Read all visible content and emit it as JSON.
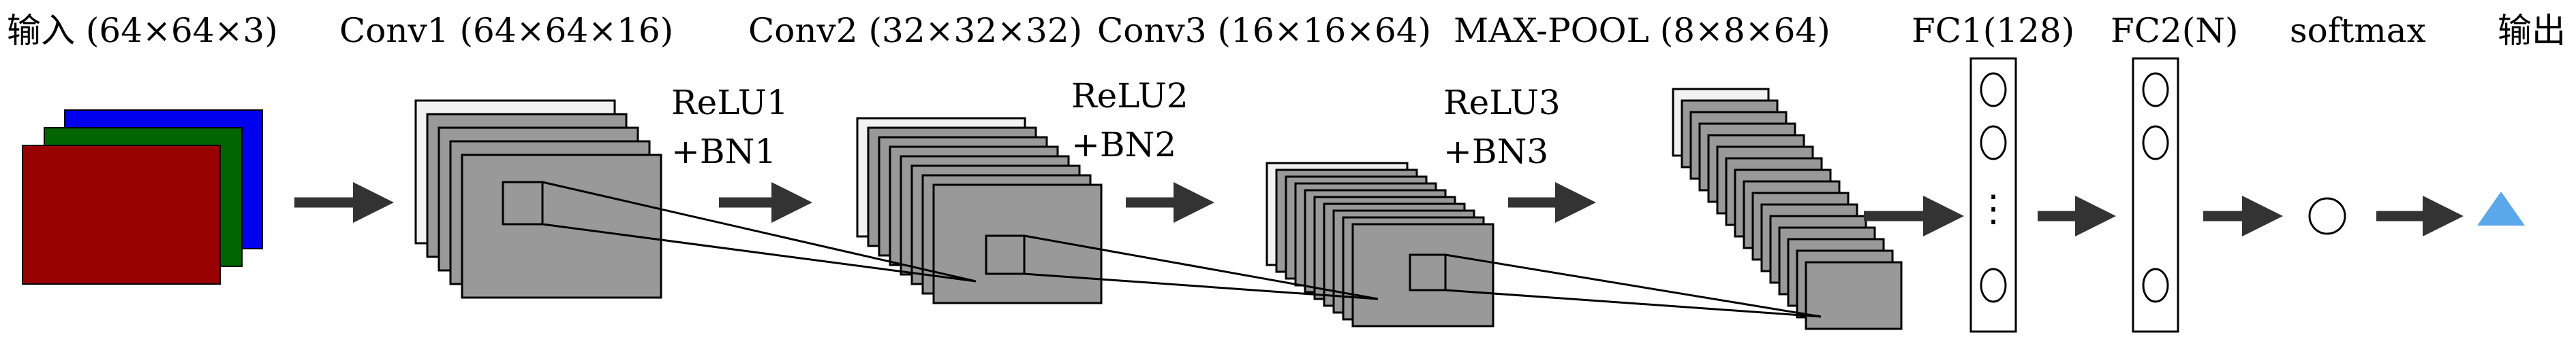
{
  "labels": {
    "input": "输入 (64×64×3)",
    "conv1": "Conv1 (64×64×16)",
    "conv2": "Conv2 (32×32×32)",
    "conv3": "Conv3 (16×16×64)",
    "maxpool": "MAX-POOL (8×8×64)",
    "fc1": "FC1(128)",
    "fc2": "FC2(N)",
    "softmax": "softmax",
    "output": "输出"
  },
  "ops": {
    "op1_line1": "ReLU1",
    "op1_line2": "+BN1",
    "op2_line1": "ReLU2",
    "op2_line2": "+BN2",
    "op3_line1": "ReLU3",
    "op3_line2": "+BN3"
  },
  "fc_ellipsis": "⋮",
  "colors": {
    "input_blue": "#0000ee",
    "input_green": "#006400",
    "input_red": "#990000",
    "map_fill": "#999999",
    "map_back": "#f2f2f2",
    "arrow": "#333333",
    "output_triangle": "#5aa7ea"
  }
}
